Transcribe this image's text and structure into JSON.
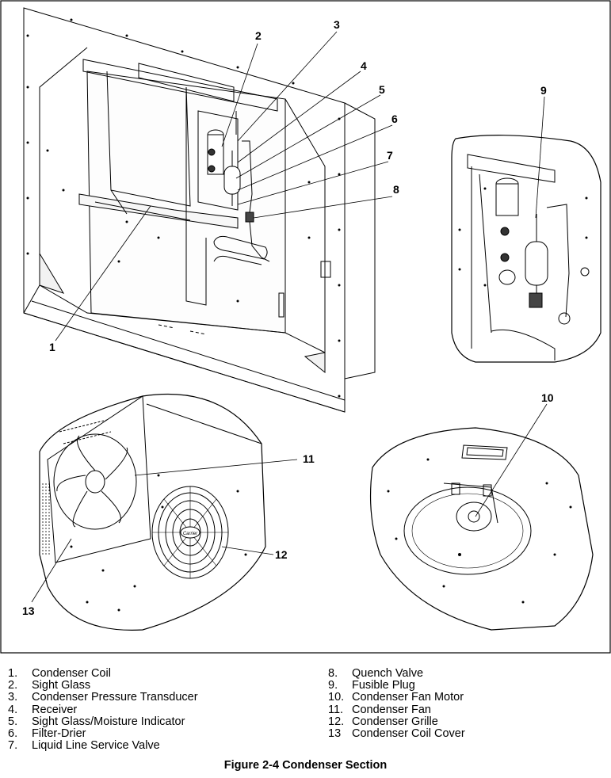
{
  "callouts": [
    "1",
    "2",
    "3",
    "4",
    "5",
    "6",
    "7",
    "8",
    "9",
    "10",
    "11",
    "12",
    "13"
  ],
  "legend_left": [
    {
      "num": "1.",
      "label": "Condenser Coil"
    },
    {
      "num": "2.",
      "label": "Sight Glass"
    },
    {
      "num": "3.",
      "label": "Condenser Pressure Transducer"
    },
    {
      "num": "4.",
      "label": "Receiver"
    },
    {
      "num": "5.",
      "label": "Sight Glass/Moisture Indicator"
    },
    {
      "num": "6.",
      "label": "Filter-Drier"
    },
    {
      "num": "7.",
      "label": "Liquid Line Service Valve"
    }
  ],
  "legend_right": [
    {
      "num": "8.",
      "label": "Quench Valve"
    },
    {
      "num": "9.",
      "label": "Fusible Plug"
    },
    {
      "num": "10.",
      "label": "Condenser Fan Motor"
    },
    {
      "num": "11.",
      "label": "Condenser Fan"
    },
    {
      "num": "12.",
      "label": "Condenser Grille"
    },
    {
      "num": "13",
      "label": "Condenser Coil Cover"
    }
  ],
  "caption": "Figure 2-4 Condenser Section",
  "logo_text": "Carrier"
}
